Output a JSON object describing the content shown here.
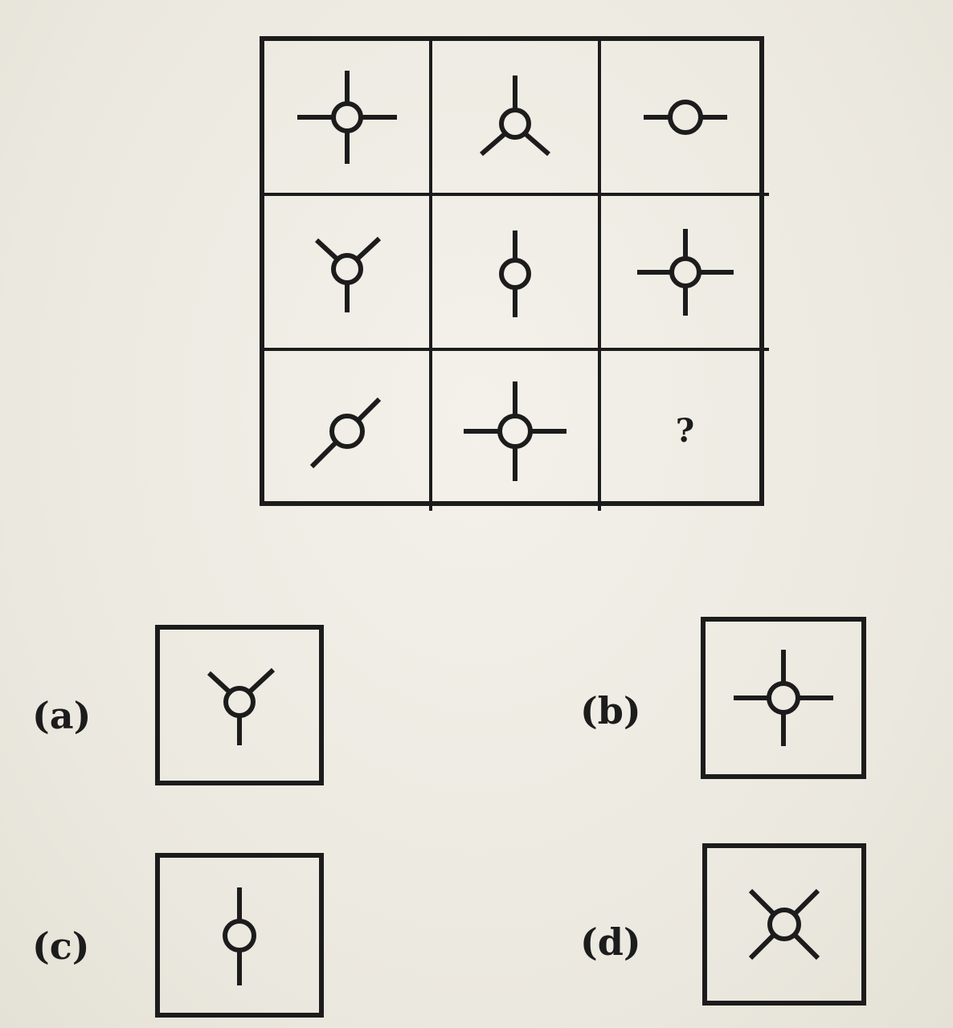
{
  "grid": {
    "missing_symbol": "?",
    "cells": [
      [
        "circle-4-spokes-icon",
        "circle-3-spokes-y-inverted-icon",
        "circle-2-spokes-horizontal-icon"
      ],
      [
        "circle-3-spokes-y-icon",
        "circle-2-spokes-vertical-icon",
        "circle-4-spokes-icon"
      ],
      [
        "circle-2-spokes-diagonal-icon",
        "circle-4-spokes-icon",
        "missing"
      ]
    ]
  },
  "options": [
    {
      "label": "(a)",
      "icon": "circle-3-spokes-y-icon"
    },
    {
      "label": "(b)",
      "icon": "circle-4-spokes-icon"
    },
    {
      "label": "(c)",
      "icon": "circle-2-spokes-vertical-icon"
    },
    {
      "label": "(d)",
      "icon": "circle-4-spokes-x-icon"
    }
  ],
  "colors": {
    "ink": "#1c1c1c",
    "paper": "#efede6"
  }
}
